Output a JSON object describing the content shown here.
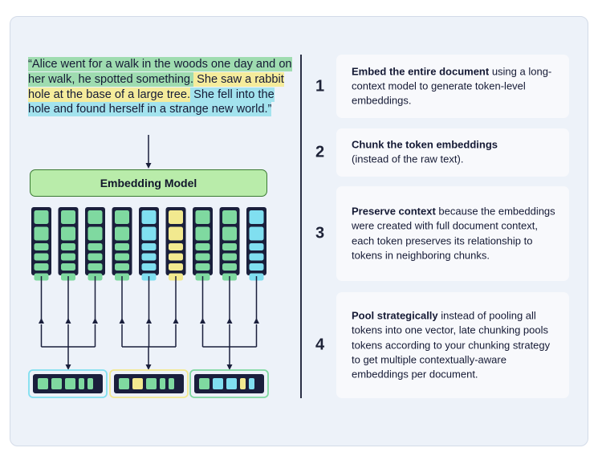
{
  "quote": {
    "segments": [
      {
        "text": "“Alice went for a walk in the woods one day and on her walk, he spotted something.",
        "color": "#9fdcb0"
      },
      {
        "text": " She saw a rabbit hole at the base of a large tree.",
        "color": "#f5ec9c"
      },
      {
        "text": " She fell into the hole and found herself in a strange new world.”",
        "color": "#a3e3ee"
      }
    ]
  },
  "model": {
    "label": "Embedding Model"
  },
  "colors": {
    "green": "#7fd9a0",
    "yellow": "#f2e98f",
    "cyan": "#80dff0",
    "dark": "#1a1f3c",
    "arrow": "#1a1f3c"
  },
  "token_columns": [
    [
      "green",
      "green",
      "green",
      "green",
      "green",
      "green"
    ],
    [
      "green",
      "green",
      "green",
      "green",
      "green",
      "green"
    ],
    [
      "green",
      "green",
      "green",
      "green",
      "green",
      "green"
    ],
    [
      "green",
      "green",
      "green",
      "green",
      "green",
      "green"
    ],
    [
      "cyan",
      "cyan",
      "cyan",
      "cyan",
      "cyan",
      "cyan"
    ],
    [
      "yellow",
      "yellow",
      "yellow",
      "yellow",
      "yellow",
      "yellow"
    ],
    [
      "green",
      "green",
      "green",
      "green",
      "green",
      "green"
    ],
    [
      "green",
      "green",
      "green",
      "green",
      "green",
      "green"
    ],
    [
      "cyan",
      "cyan",
      "cyan",
      "cyan",
      "cyan",
      "cyan"
    ]
  ],
  "pooled_chunks": [
    {
      "border": "cyan",
      "cells": [
        "green",
        "green",
        "green",
        "green",
        "green"
      ]
    },
    {
      "border": "yellow",
      "cells": [
        "green",
        "yellow",
        "green",
        "green",
        "green"
      ]
    },
    {
      "border": "green",
      "cells": [
        "green",
        "cyan",
        "cyan",
        "yellow",
        "cyan"
      ]
    }
  ],
  "steps": [
    {
      "number": "1",
      "bold": "Embed the entire document",
      "rest": " using a long-context model to generate token-level embeddings."
    },
    {
      "number": "2",
      "bold": "Chunk the token embeddings",
      "rest": " (instead of the raw text)."
    },
    {
      "number": "3",
      "bold": "Preserve context",
      "rest": " because the embeddings were created with full document context, each token preserves its relationship to tokens in neighboring chunks."
    },
    {
      "number": "4",
      "bold": "Pool strategically",
      "rest": " instead of pooling all tokens into one vector, late chunking pools tokens according to your chunking strategy to get multiple contextually-aware embeddings per document."
    }
  ]
}
